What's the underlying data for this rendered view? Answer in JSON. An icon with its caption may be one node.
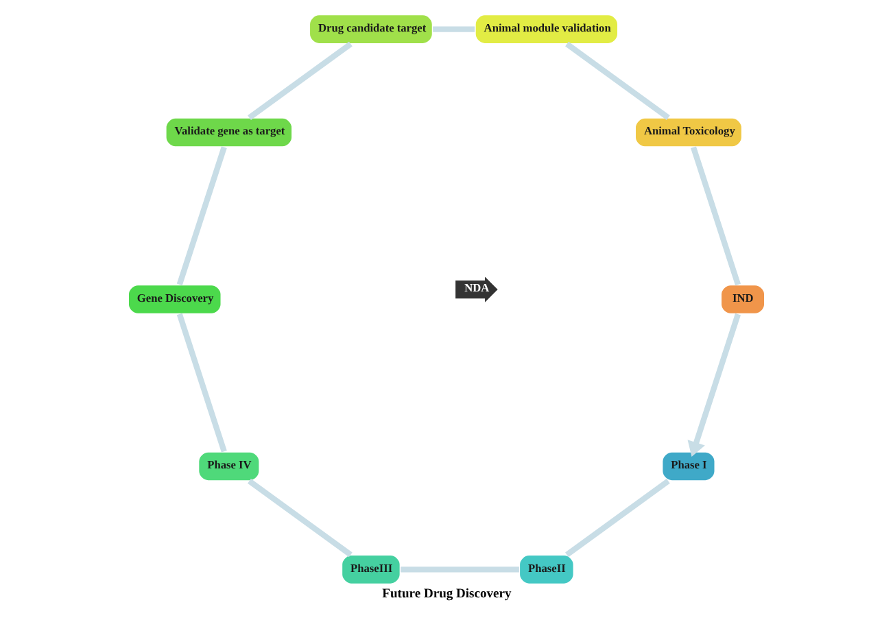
{
  "diagram": {
    "title": "Future Drug Discovery",
    "nodes": [
      {
        "text": [
          "Phase I"
        ]
      },
      {
        "text": [
          "PhaseII"
        ]
      },
      {
        "text": [
          "PhaseIII"
        ]
      },
      {
        "text": [
          "NDA"
        ]
      },
      {
        "text": [
          "Phase IV"
        ]
      },
      {
        "text": [
          "Gene Discovery"
        ]
      },
      {
        "text": [
          "Validate gene as target"
        ]
      },
      {
        "text": [
          "Drug candidate target"
        ]
      },
      {
        "text": [
          "Animal module validation"
        ]
      },
      {
        "text": [
          "Animal Toxicology"
        ]
      },
      {
        "text": [
          "IND"
        ]
      }
    ],
    "edges": [
      {
        "from": 0,
        "to": 1,
        "arrow": "none"
      },
      {
        "from": 1,
        "to": 2,
        "arrow": "none"
      },
      {
        "from": 2,
        "to": 4,
        "arrow": "none"
      },
      {
        "from": 4,
        "to": 5,
        "arrow": "none"
      },
      {
        "from": 5,
        "to": 6,
        "arrow": "none"
      },
      {
        "from": 6,
        "to": 7,
        "arrow": "none"
      },
      {
        "from": 7,
        "to": 8,
        "arrow": "none"
      },
      {
        "from": 8,
        "to": 9,
        "arrow": "none"
      },
      {
        "from": 9,
        "to": 10,
        "arrow": "none"
      },
      {
        "from": 10,
        "to": 0,
        "arrow": "to"
      }
    ]
  }
}
